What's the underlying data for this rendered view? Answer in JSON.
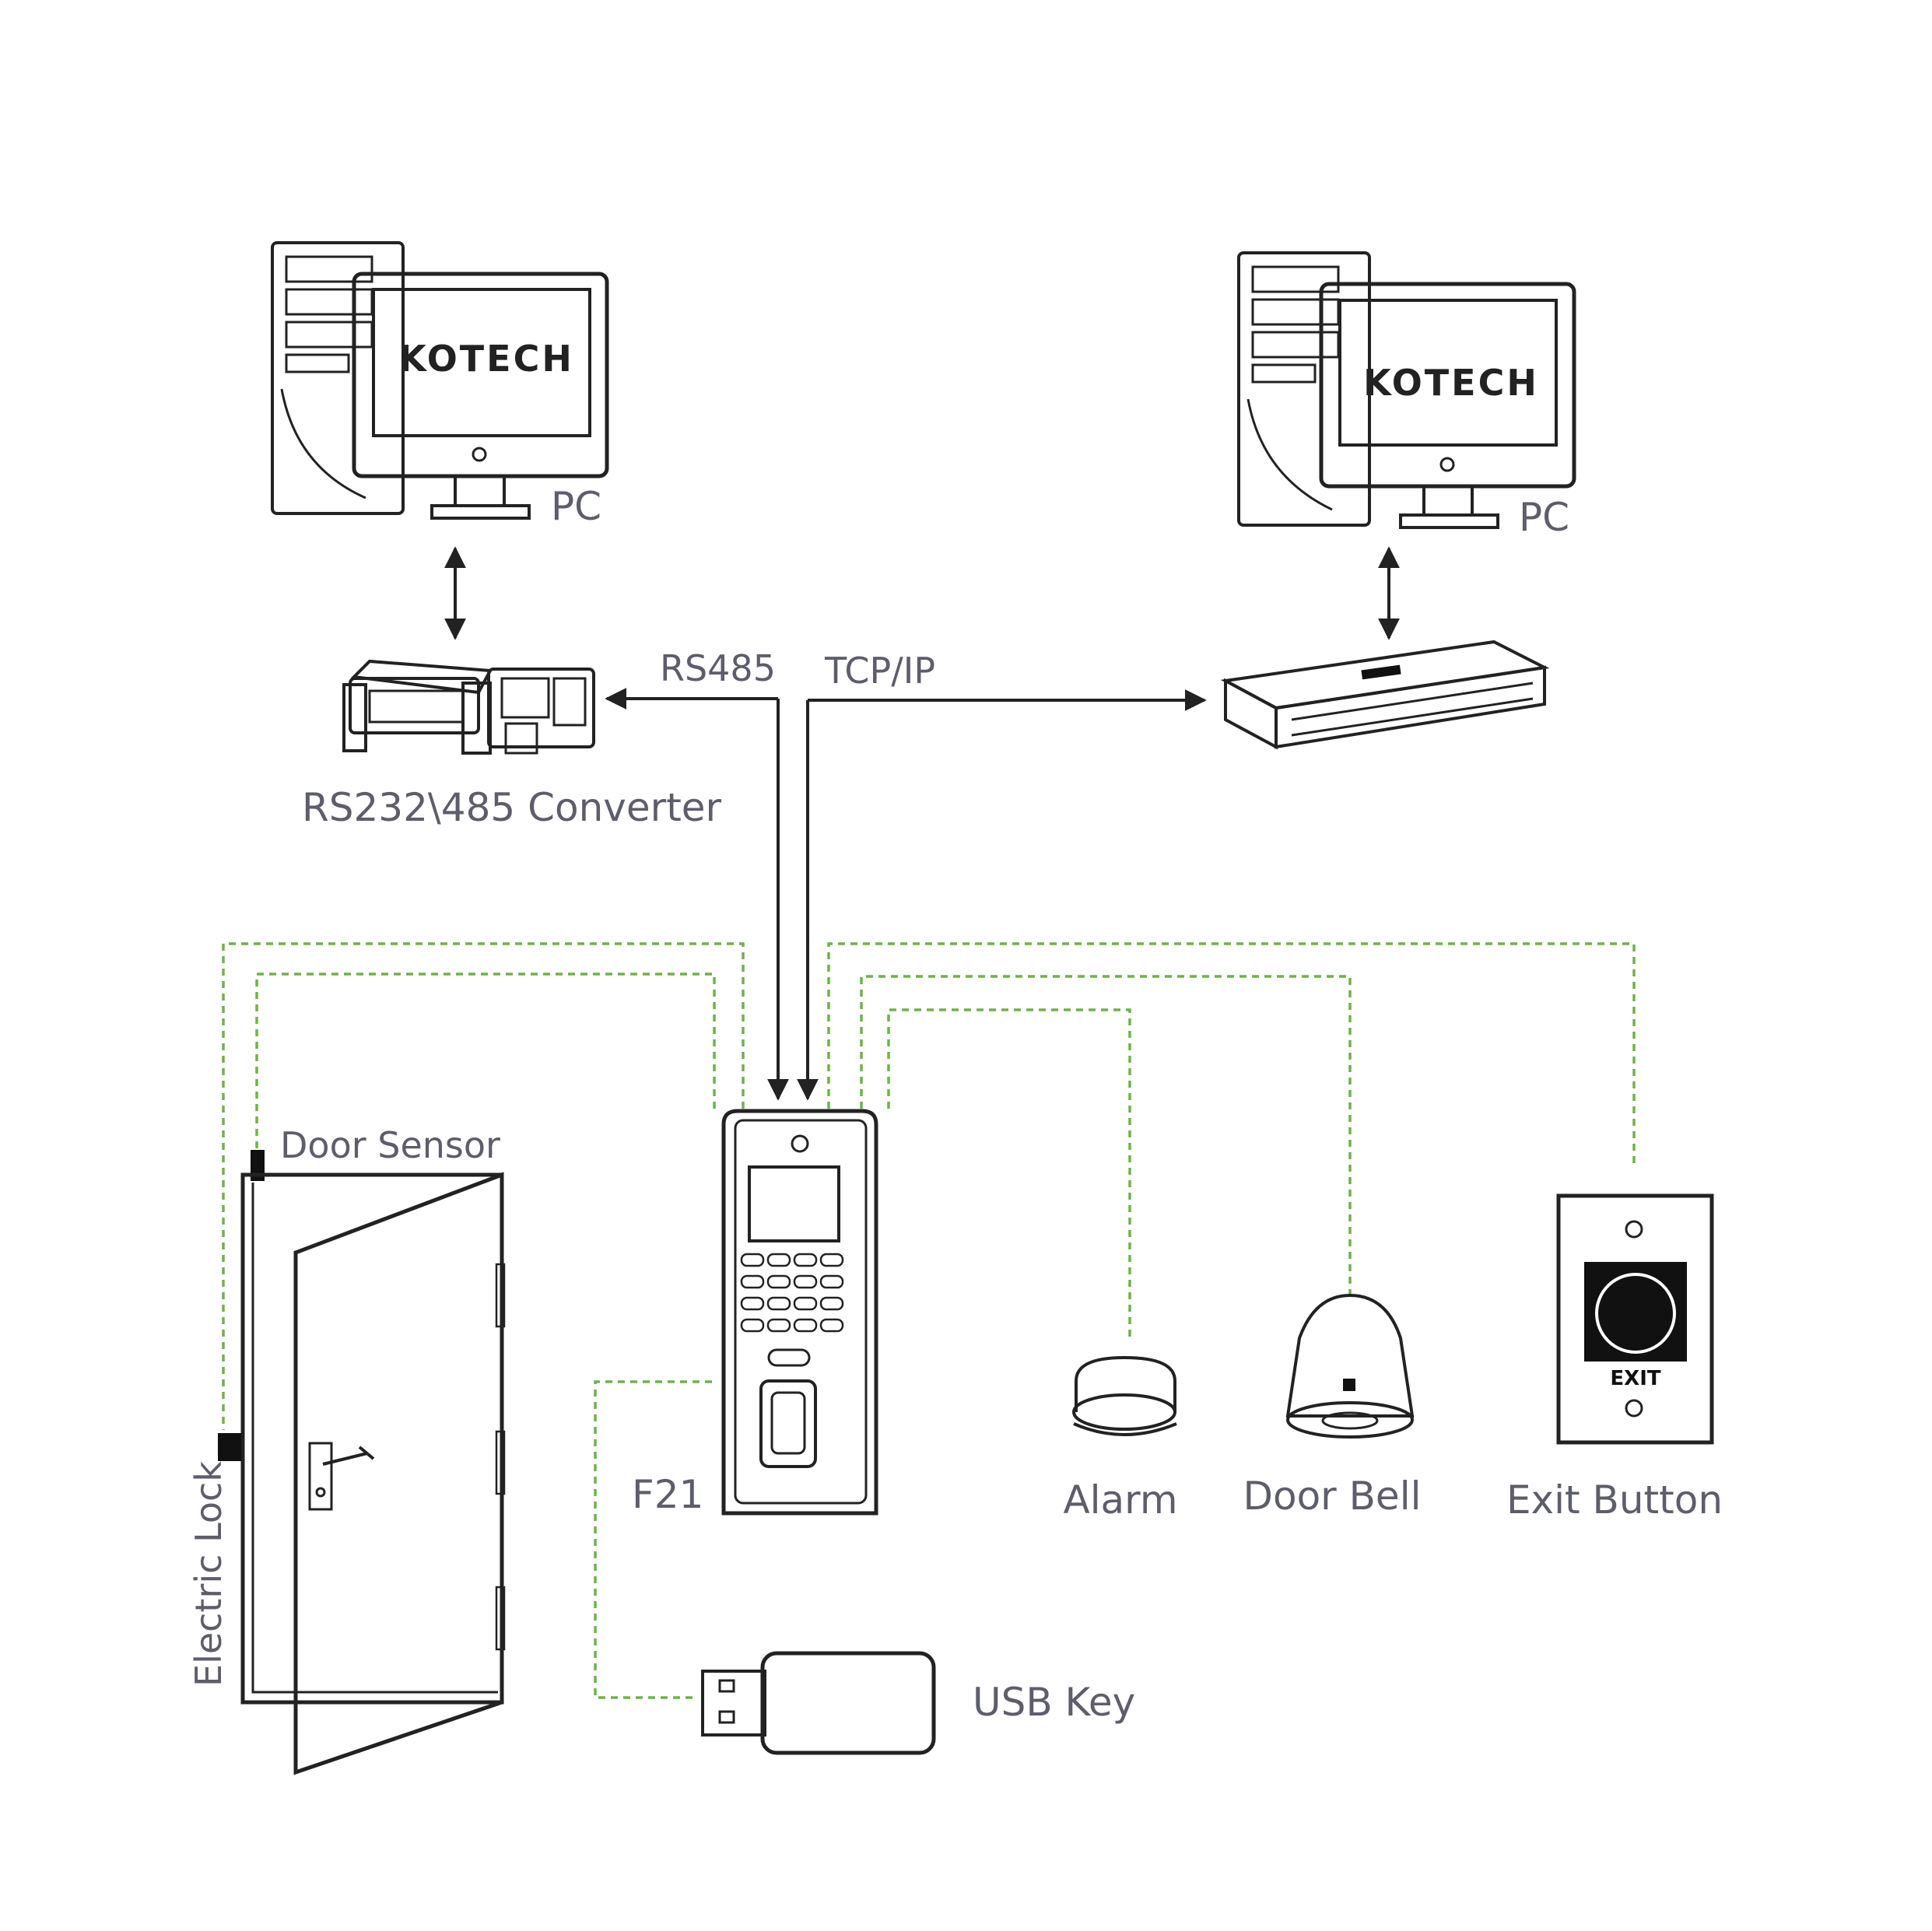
{
  "pcs": [
    {
      "label": "PC",
      "brand": "KOTECH"
    },
    {
      "label": "PC",
      "brand": "KOTECH"
    }
  ],
  "protocols": {
    "rs485": "RS485",
    "tcpip": "TCP/IP"
  },
  "converter_label": "RS232\\485 Converter",
  "devices": {
    "door_sensor": "Door Sensor",
    "electric_lock": "Electric Lock",
    "terminal": "F21",
    "alarm": "Alarm",
    "door_bell": "Door Bell",
    "exit_button": "Exit Button",
    "exit_text": "EXIT",
    "usb_key": "USB Key"
  },
  "colors": {
    "connector": "#6fb24a",
    "line": "#222222",
    "label": "#5d5d6b"
  }
}
